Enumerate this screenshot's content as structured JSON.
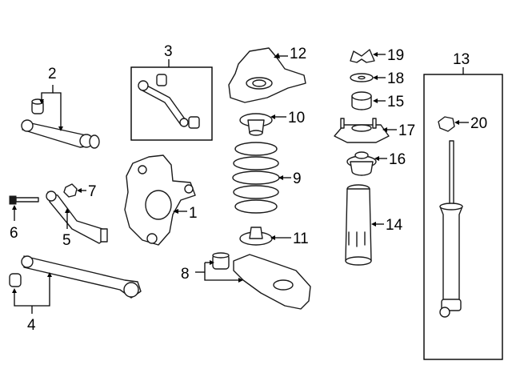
{
  "diagram": {
    "callouts": {
      "c1": "1",
      "c2": "2",
      "c3": "3",
      "c4": "4",
      "c5": "5",
      "c6": "6",
      "c7": "7",
      "c8": "8",
      "c9": "9",
      "c10": "10",
      "c11": "11",
      "c12": "12",
      "c13": "13",
      "c14": "14",
      "c15": "15",
      "c16": "16",
      "c17": "17",
      "c18": "18",
      "c19": "19",
      "c20": "20"
    },
    "colors": {
      "line": "#1a1a1a",
      "background": "#ffffff"
    }
  }
}
